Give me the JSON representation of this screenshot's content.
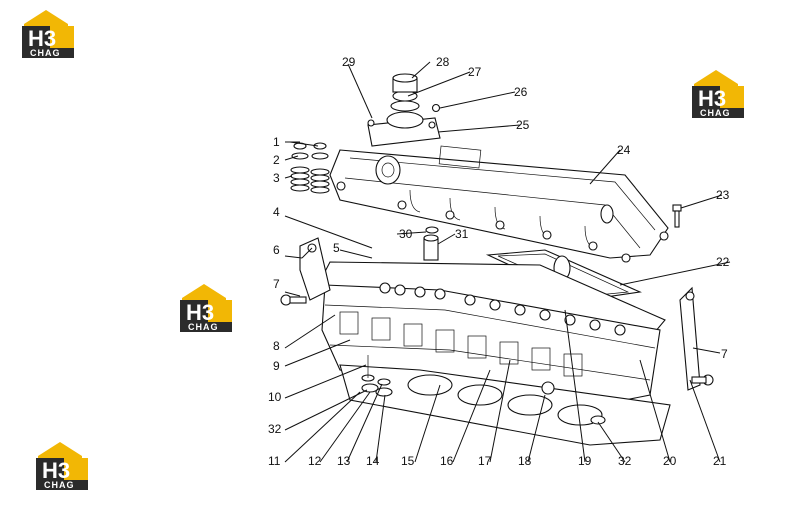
{
  "logo": {
    "text_main": "H3",
    "text_sub": "CHAG",
    "colors": {
      "roof": "#f2b705",
      "plate": "#2b2b2b",
      "text": "#ffffff"
    }
  },
  "callouts": [
    {
      "id": "c1",
      "text": "1"
    },
    {
      "id": "c2",
      "text": "2"
    },
    {
      "id": "c3",
      "text": "3"
    },
    {
      "id": "c4",
      "text": "4"
    },
    {
      "id": "c5",
      "text": "5"
    },
    {
      "id": "c6",
      "text": "6"
    },
    {
      "id": "c7a",
      "text": "7"
    },
    {
      "id": "c7b",
      "text": "7"
    },
    {
      "id": "c8",
      "text": "8"
    },
    {
      "id": "c9",
      "text": "9"
    },
    {
      "id": "c10",
      "text": "10"
    },
    {
      "id": "c11",
      "text": "11"
    },
    {
      "id": "c12",
      "text": "12"
    },
    {
      "id": "c13",
      "text": "13"
    },
    {
      "id": "c14",
      "text": "14"
    },
    {
      "id": "c15",
      "text": "15"
    },
    {
      "id": "c16",
      "text": "16"
    },
    {
      "id": "c17",
      "text": "17"
    },
    {
      "id": "c18",
      "text": "18"
    },
    {
      "id": "c19",
      "text": "19"
    },
    {
      "id": "c20",
      "text": "20"
    },
    {
      "id": "c21",
      "text": "21"
    },
    {
      "id": "c22",
      "text": "22"
    },
    {
      "id": "c23",
      "text": "23"
    },
    {
      "id": "c24",
      "text": "24"
    },
    {
      "id": "c25",
      "text": "25"
    },
    {
      "id": "c26",
      "text": "26"
    },
    {
      "id": "c27",
      "text": "27"
    },
    {
      "id": "c28",
      "text": "28"
    },
    {
      "id": "c29",
      "text": "29"
    },
    {
      "id": "c30",
      "text": "30"
    },
    {
      "id": "c31",
      "text": "31"
    },
    {
      "id": "c32a",
      "text": "32"
    },
    {
      "id": "c32b",
      "text": "32"
    }
  ]
}
